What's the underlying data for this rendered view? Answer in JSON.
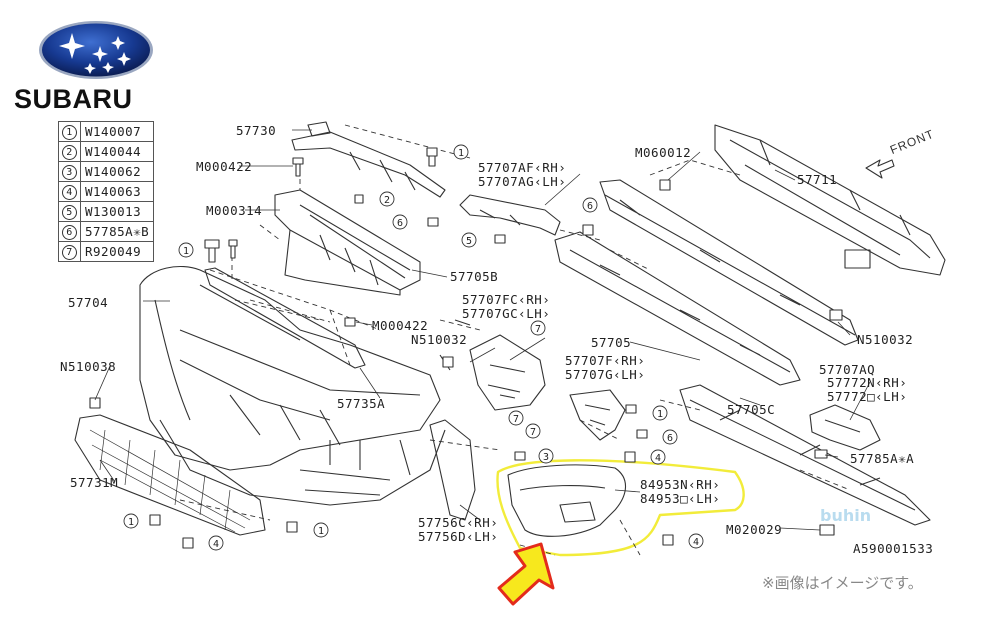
{
  "brand": {
    "name": "SUBARU",
    "logo_icon": "subaru-pleiades-logo-icon"
  },
  "legend": [
    {
      "num": "1",
      "code": "W140007"
    },
    {
      "num": "2",
      "code": "W140044"
    },
    {
      "num": "3",
      "code": "W140062"
    },
    {
      "num": "4",
      "code": "W140063"
    },
    {
      "num": "5",
      "code": "W130013"
    },
    {
      "num": "6",
      "code": "57785A✳B"
    },
    {
      "num": "7",
      "code": "R920049"
    }
  ],
  "labels": {
    "p57730": "57730",
    "m000422a": "M000422",
    "m000314": "M000314",
    "p57707af": "57707AF‹RH›",
    "p57707ag": "57707AG‹LH›",
    "m060012": "M060012",
    "p57711": "57711",
    "front": "FRONT",
    "p57705b": "57705B",
    "p57704": "57704",
    "m000422b": "M000422",
    "p57707fc": "57707FC‹RH›",
    "p57707gc": "57707GC‹LH›",
    "n510032a": "N510032",
    "p57705": "57705",
    "n510032b": "N510032",
    "p57707aq": "57707AQ",
    "n510038": "N510038",
    "p57707f": "57707F‹RH›",
    "p57707g": "57707G‹LH›",
    "p57772n": "57772N‹RH›",
    "p57772o": "57772□‹LH›",
    "p57735a": "57735A",
    "p57705c": "57705C",
    "p57785a": "57785A✳A",
    "p57731m": "57731M",
    "p84953n": "84953N‹RH›",
    "p84953o": "84953□‹LH›",
    "p57756c": "57756C‹RH›",
    "p57756d": "57756D‹LH›",
    "m020029": "M020029",
    "catalog": "A590001533"
  },
  "watermark": "buhin",
  "footnote": "※画像はイメージです。",
  "colors": {
    "highlight": "#f2ec3a",
    "arrow_fill": "#f7e81d",
    "arrow_stroke": "#e32b1c",
    "logo_blue": "#13307f",
    "stars": "#ffffff"
  }
}
